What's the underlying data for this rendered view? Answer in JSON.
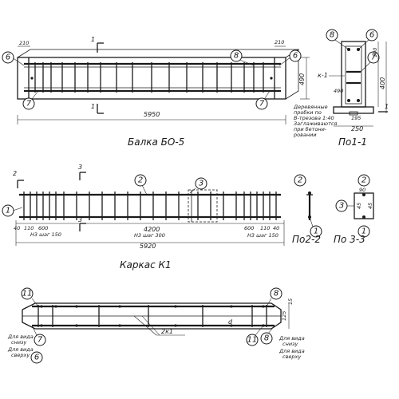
{
  "beam": {
    "title": "Балка БО-5",
    "length": "5950",
    "end_offset_left": "210",
    "end_offset_right": "210",
    "height_dim": "490",
    "section_mark": "1",
    "callouts": [
      "6",
      "7",
      "8",
      "6",
      "7"
    ]
  },
  "section_1": {
    "title": "По1-1",
    "callouts": [
      "8",
      "6",
      "7"
    ],
    "cage_label": "к-1",
    "dim_100": "100",
    "dim_400": "400",
    "dim_490": "490",
    "dim_195": "195",
    "dim_250": "250",
    "side_mark": "1",
    "note_lines": [
      "Деревянные",
      "пробки по",
      "В-трезова 1:40",
      "Заглаживаются",
      "при бетони-",
      "ровании"
    ]
  },
  "cage": {
    "title": "Каркас К1",
    "section_mark": "2",
    "section_mark_3": "3",
    "callouts": [
      "1",
      "2",
      "3"
    ],
    "dim_4200": "4200",
    "dim_5920": "5920",
    "dim_40_left": "40",
    "dim_110_left": "110",
    "dim_600_left": "600",
    "step_left": "Н3 шаг 150",
    "step_mid": "Н3 шаг 300",
    "dim_600_right": "600",
    "dim_110_right": "110",
    "dim_40_right": "40",
    "step_right": "Н3 шаг 150"
  },
  "section_2": {
    "title": "По2-2",
    "callouts": [
      "2",
      "1"
    ]
  },
  "section_3": {
    "title": "По 3-3",
    "callouts": [
      "2",
      "3",
      "1"
    ],
    "dim_90": "90",
    "dim_45a": "45",
    "dim_45b": "45"
  },
  "plan": {
    "callouts": [
      "11",
      "8",
      "11",
      "8"
    ],
    "cage_label": "2к1",
    "dim_d": "d",
    "dim_15": "15",
    "dim_125": "125",
    "note_left_1": [
      "Для вида",
      "снизу"
    ],
    "note_left_2": [
      "Для вида",
      "сверху"
    ],
    "note_right_1": [
      "Для вида",
      "снизу"
    ],
    "note_right_2": [
      "Для вида",
      "сверху"
    ],
    "callout_7": "7",
    "callout_6": "6"
  }
}
